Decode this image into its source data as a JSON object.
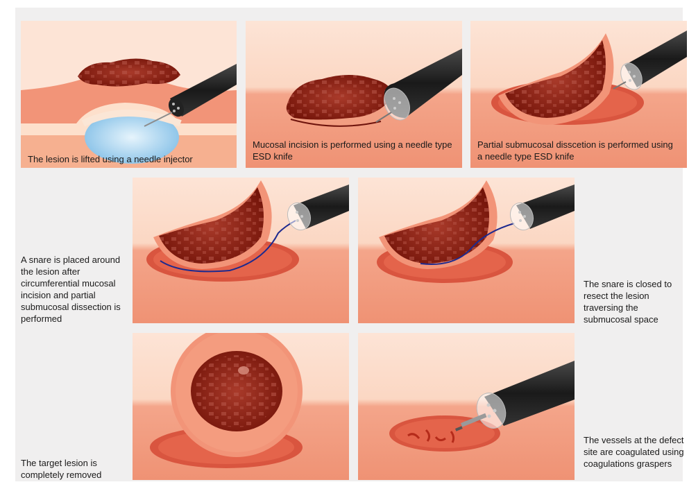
{
  "captions": {
    "step1": "The lesion is lifted using a needle injector",
    "step2": "Mucosal incision is performed using a needle type ESD knife",
    "step3": "Partial submucosal disscetion is performed using a needle type ESD knife",
    "step4": "A snare is placed around the lesion after circumferential mucosal incision and partial submucosal dissection is performed",
    "step5": "The snare is closed to resect the lesion traversing the submucosal space",
    "step6": "The target lesion is completely removed",
    "step7": "The vessels at the defect site are coagulated using coagulations graspers"
  },
  "colors": {
    "mucosa_light": "#fbd9c6",
    "mucosa": "#f29478",
    "lesion": "#8e1f14",
    "lesion_dark": "#6e130c",
    "fluid_blue": "#a8d4ee",
    "scope": "#1e1e1e",
    "snare": "#1d2a8f"
  },
  "icons": [
    "endoscope-icon",
    "needle-knife-icon",
    "snare-wire-icon",
    "grasper-icon"
  ]
}
